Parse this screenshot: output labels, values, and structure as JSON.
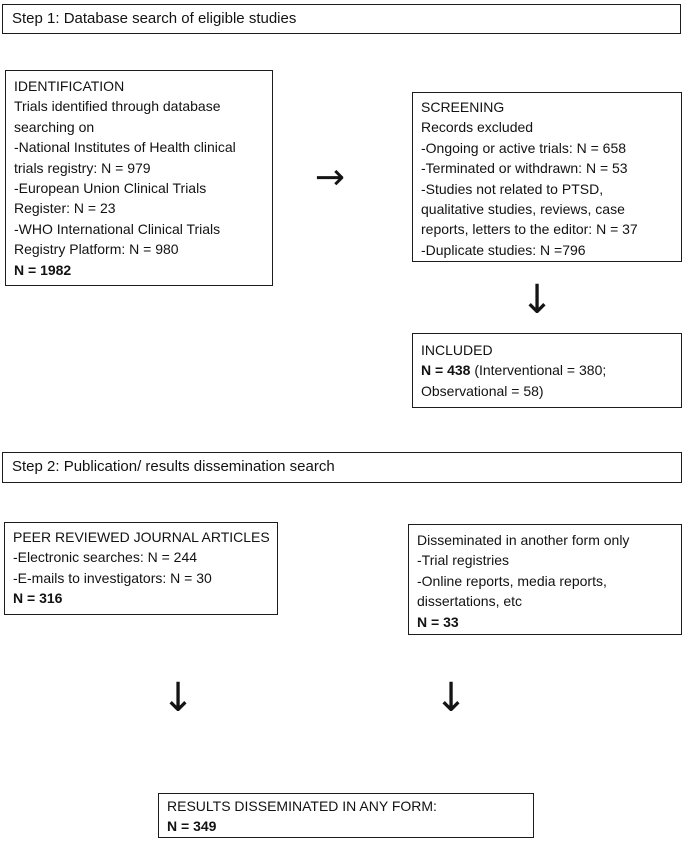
{
  "colors": {
    "background": "#ffffff",
    "border": "#1c1c1c",
    "text": "#121212"
  },
  "icons": {
    "right_arrow": "→",
    "down_arrow": "↓"
  },
  "step1": {
    "header": "Step 1: Database search of eligible studies",
    "identification": {
      "lines": [
        "IDENTIFICATION",
        "Trials identified through database",
        "searching on",
        "-National Institutes of Health clinical",
        "trials registry: N = 979",
        "-European Union Clinical Trials",
        "Register: N = 23",
        "-WHO International Clinical Trials",
        "Registry Platform: N = 980"
      ],
      "total": "N = 1982"
    },
    "screening": {
      "lines": [
        "SCREENING",
        "Records excluded",
        "-Ongoing or active trials: N = 658",
        "-Terminated or withdrawn: N = 53",
        "-Studies not related to PTSD,",
        "qualitative studies, reviews, case",
        "reports, letters to the editor: N = 37",
        "-Duplicate studies: N =796"
      ]
    },
    "included": {
      "title": "INCLUDED",
      "n_bold": "N = 438",
      "line1_rest": " (Interventional = 380;",
      "line2": "Observational = 58)"
    }
  },
  "step2": {
    "header": "Step 2: Publication/ results dissemination search",
    "peer_reviewed": {
      "lines": [
        "PEER REVIEWED JOURNAL ARTICLES",
        "-Electronic searches: N = 244",
        "-E-mails to investigators: N = 30"
      ],
      "total": "N = 316"
    },
    "disseminated": {
      "lines": [
        "Disseminated in another form only",
        "-Trial registries",
        "-Online reports, media reports,",
        "dissertations, etc"
      ],
      "total": "N = 33"
    },
    "results": {
      "title": "RESULTS DISSEMINATED IN ANY FORM:",
      "total": "N = 349"
    }
  }
}
